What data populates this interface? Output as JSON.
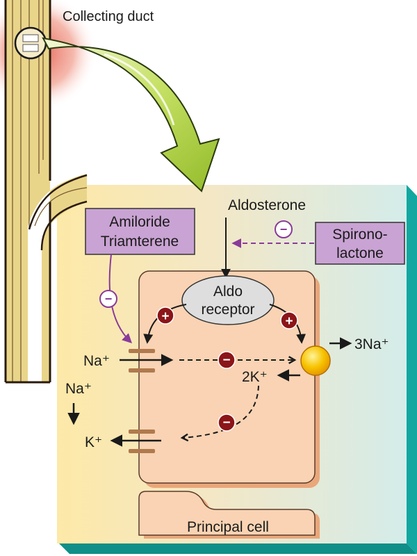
{
  "labels": {
    "collecting_duct": "Collecting duct",
    "aldosterone": "Aldosterone",
    "amiloride": "Amiloride",
    "triamterene": "Triamterene",
    "spirono": "Spirono-",
    "lactone": "lactone",
    "aldo": "Aldo",
    "receptor": "receptor",
    "na_in": "Na⁺",
    "na_3": "3Na⁺",
    "k_2": "2K⁺",
    "na_lumen": "Na⁺",
    "k_out": "K⁺",
    "principal_cell": "Principal cell"
  },
  "signs": {
    "plus": "+",
    "minus": "−"
  },
  "colors": {
    "drug_box": "#c9a3d3",
    "inhibit_arrow": "#8a3a9a",
    "cell_fill": "#f9d3b3",
    "cell_edge": "#5a3a2a",
    "receptor_fill": "#dedede",
    "sign_dark": "#8b1518",
    "pump": "#f5b800",
    "teal": "#12a7a0",
    "panel_left": "#fde9a8",
    "panel_right": "#d4ecea",
    "tubule_fill": "#f3e3a4",
    "big_arrow": "#b7d94a"
  }
}
